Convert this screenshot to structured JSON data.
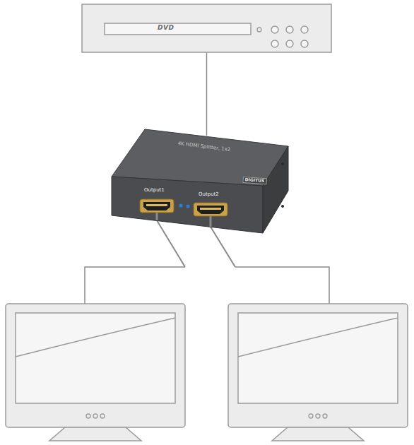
{
  "diagram": {
    "nodes": [
      {
        "text": [
          "DVD"
        ]
      },
      {
        "text": [
          "4K HDMI Splitter, 1x2",
          "DIGITUS",
          "Output1",
          "Output2"
        ]
      }
    ],
    "edges": [
      {
        "from": 0,
        "to": 1,
        "arrow": "none"
      }
    ]
  }
}
